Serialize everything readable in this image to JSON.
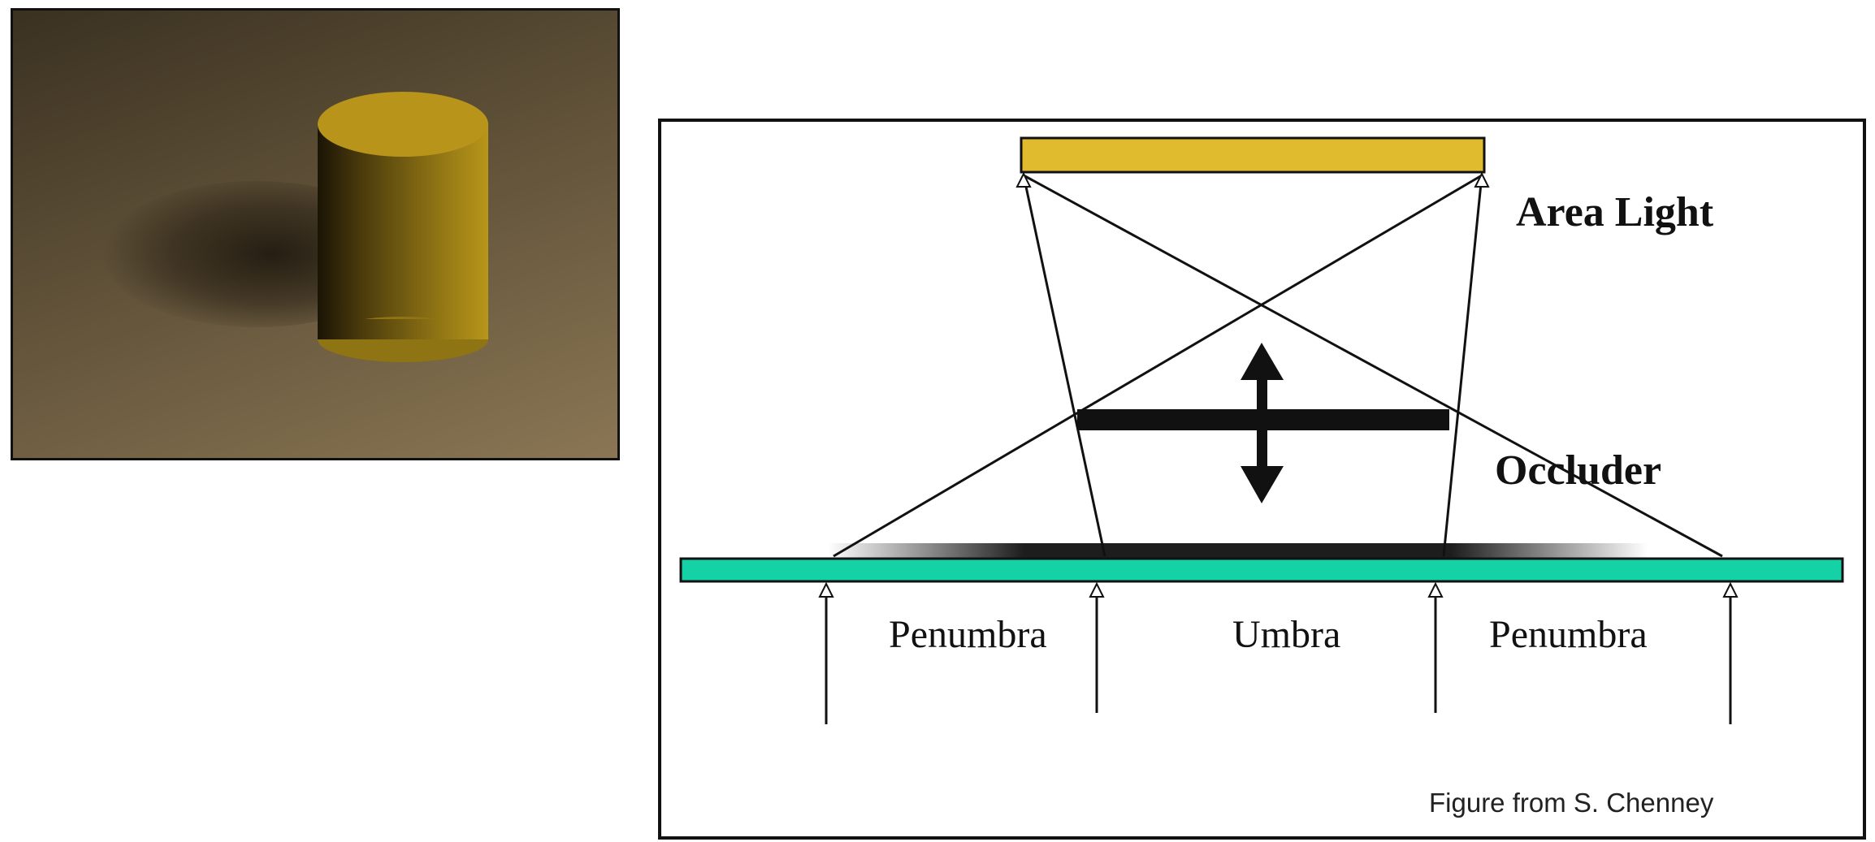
{
  "scene": {
    "description_icon": "cylinder-shadow-render",
    "colors": {
      "floor_dark": "#3a3121",
      "floor_light": "#8a7654",
      "cylinder": "#b8961a"
    }
  },
  "diagram": {
    "labels": {
      "area_light": "Area Light",
      "occluder": "Occluder",
      "penumbra_left": "Penumbra",
      "umbra": "Umbra",
      "penumbra_right": "Penumbra"
    },
    "credit": "Figure from S. Chenney",
    "colors": {
      "light": "#e0bb2e",
      "occluder": "#111111",
      "ground": "#15d1a6",
      "shadow": "#111111"
    }
  }
}
